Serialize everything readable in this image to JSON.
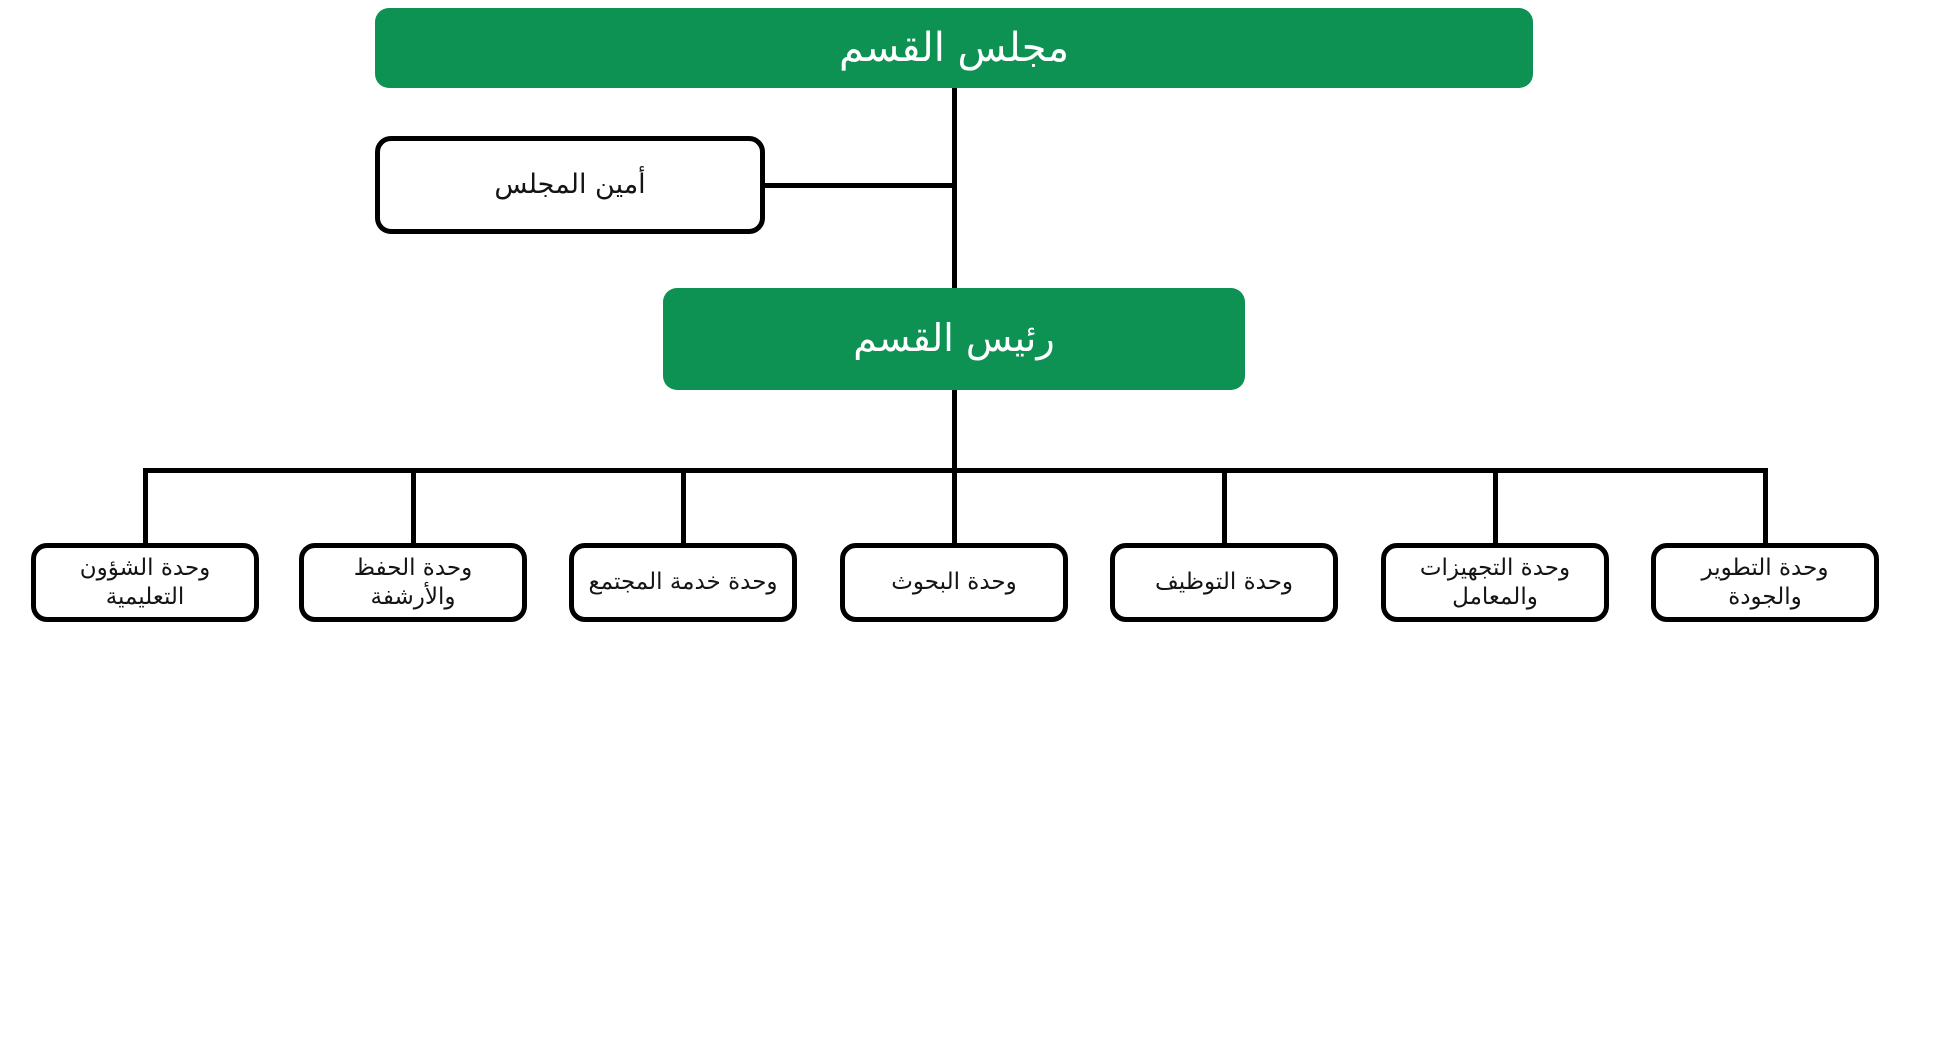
{
  "colors": {
    "green": "#0e9254",
    "line": "#000000",
    "border": "#000000",
    "background": "#ffffff",
    "text": "#141414",
    "text-on-green": "#ffffff"
  },
  "org_chart": {
    "type": "organizational-chart",
    "council": "مجلس القسم",
    "secretary": "أمين المجلس",
    "head": "رئيس القسم",
    "units": [
      "وحدة الشؤون التعليمية",
      "وحدة الحفظ والأرشفة",
      "وحدة خدمة المجتمع",
      "وحدة البحوث",
      "وحدة التوظيف",
      "وحدة التجهيزات والمعامل",
      "وحدة التطوير والجودة"
    ]
  }
}
